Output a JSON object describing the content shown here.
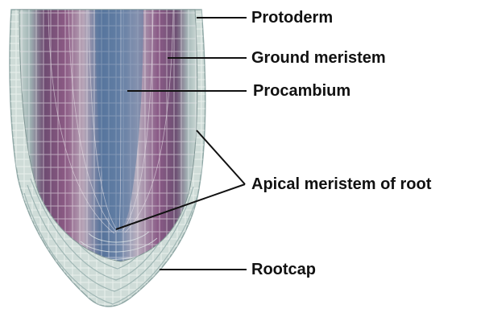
{
  "labels": {
    "protoderm": "Protoderm",
    "ground_meristem": "Ground meristem",
    "procambium": "Procambium",
    "apical_meristem": "Apical meristem of root",
    "rootcap": "Rootcap"
  },
  "colors": {
    "background": "#ffffff",
    "label_text": "#111111",
    "leader_line": "#111111",
    "tissue_purple": "#7a4a78",
    "tissue_blue": "#4f6f93",
    "tissue_light": "#cfd9d8",
    "cell_outline": "#ffffff"
  }
}
